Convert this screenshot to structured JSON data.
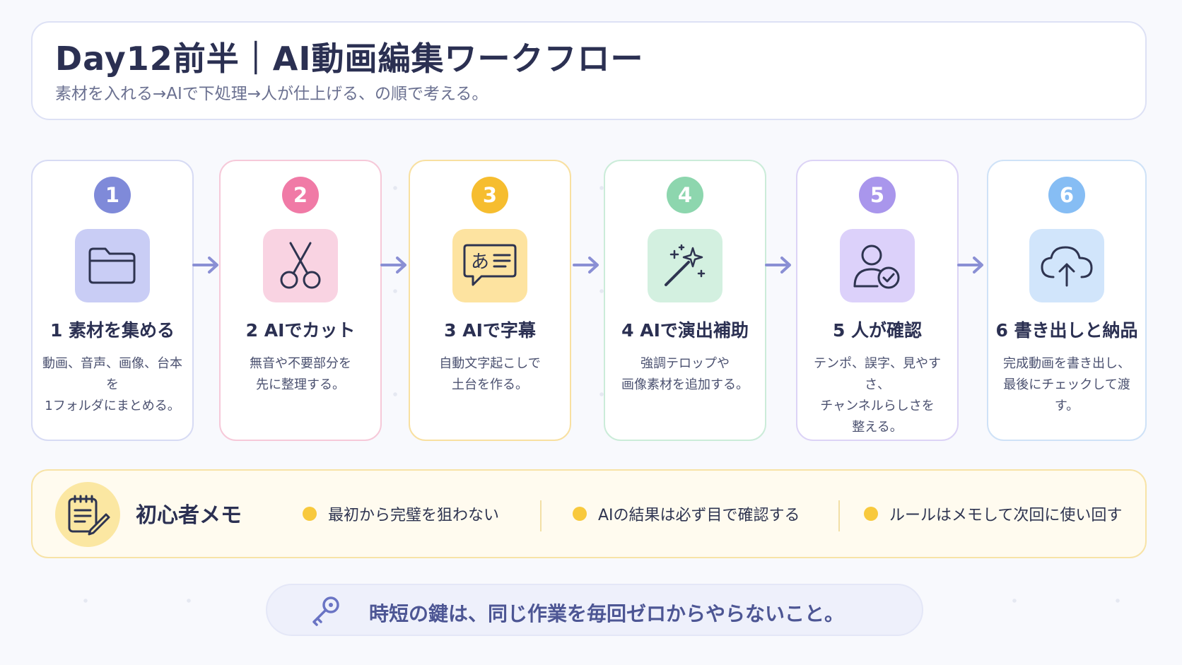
{
  "header": {
    "title": "Day12前半｜AI動画編集ワークフロー",
    "subtitle": "素材を入れる→AIで下処理→人が仕上げる、の順で考える。"
  },
  "steps": [
    {
      "number": "1",
      "title": "1 素材を集める",
      "desc": "動画、音声、画像、台本を\n1フォルダにまとめる。",
      "icon": "folder-icon",
      "color": "#7f8ad9"
    },
    {
      "number": "2",
      "title": "2 AIでカット",
      "desc": "無音や不要部分を\n先に整理する。",
      "icon": "scissors-icon",
      "color": "#f07aa6"
    },
    {
      "number": "3",
      "title": "3 AIで字幕",
      "desc": "自動文字起こしで\n土台を作る。",
      "icon": "subtitle-icon",
      "color": "#f6bd2f"
    },
    {
      "number": "4",
      "title": "4 AIで演出補助",
      "desc": "強調テロップや\n画像素材を追加する。",
      "icon": "magic-wand-icon",
      "color": "#8dd6ae"
    },
    {
      "number": "5",
      "title": "5 人が確認",
      "desc": "テンポ、誤字、見やすさ、\nチャンネルらしさを\n整える。",
      "icon": "user-check-icon",
      "color": "#a996ec"
    },
    {
      "number": "6",
      "title": "6 書き出しと納品",
      "desc": "完成動画を書き出し、\n最後にチェックして渡す。",
      "icon": "cloud-upload-icon",
      "color": "#86bdf4"
    }
  ],
  "memo": {
    "title": "初心者メモ",
    "items": [
      "最初から完璧を狙わない",
      "AIの結果は必ず目で確認する",
      "ルールはメモして次回に使い回す"
    ]
  },
  "tip": {
    "text": "時短の鍵は、同じ作業を毎回ゼロからやらないこと。"
  }
}
